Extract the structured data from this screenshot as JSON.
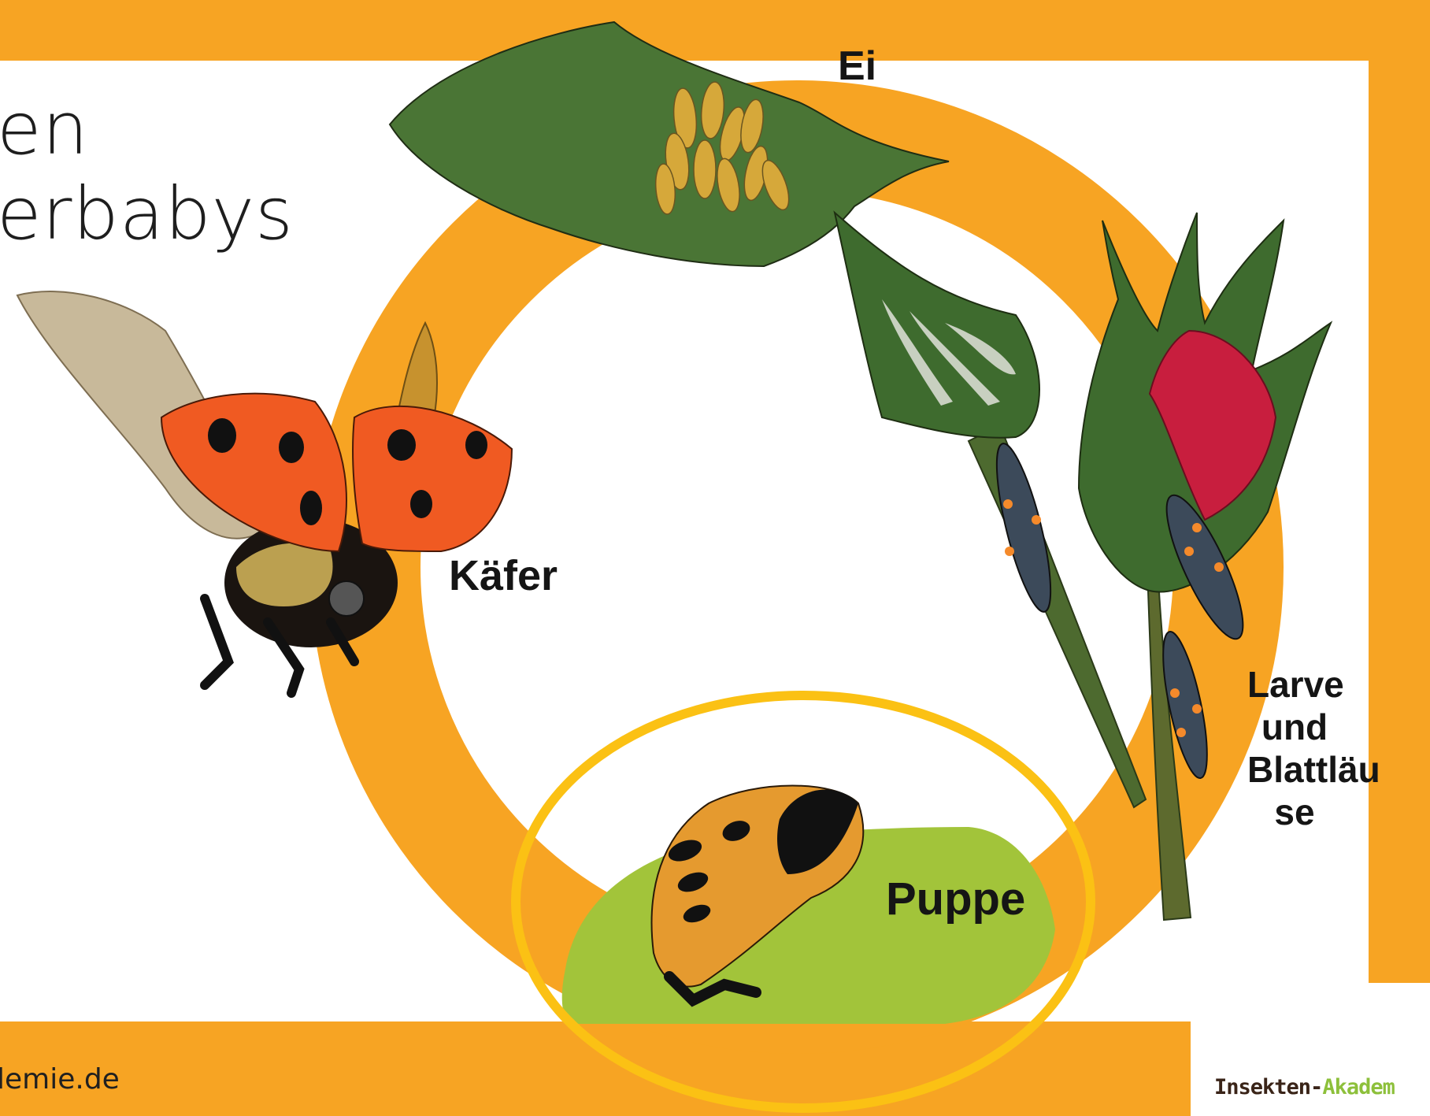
{
  "title": {
    "line1": "en",
    "line2": "erbabys"
  },
  "stages": {
    "egg": "Ei",
    "beetle": "Käfer",
    "pupa": "Puppe",
    "larva_line1": "Larve",
    "larva_line2": "und",
    "larva_line3": "Blattläu",
    "larva_line4": "se"
  },
  "footer": {
    "url": "lemie.de"
  },
  "logo": {
    "text_part1": "Insekten-",
    "text_part2": "Akadem"
  },
  "colors": {
    "background_orange": "#f7a423",
    "panel_white": "#ffffff",
    "leaf_green": "#4a7535",
    "ladybird_red": "#f05a22",
    "rose_red": "#c81e3e",
    "pupa_leaf_green": "#a2c43a",
    "highlight_ring_yellow": "#fbc114"
  }
}
